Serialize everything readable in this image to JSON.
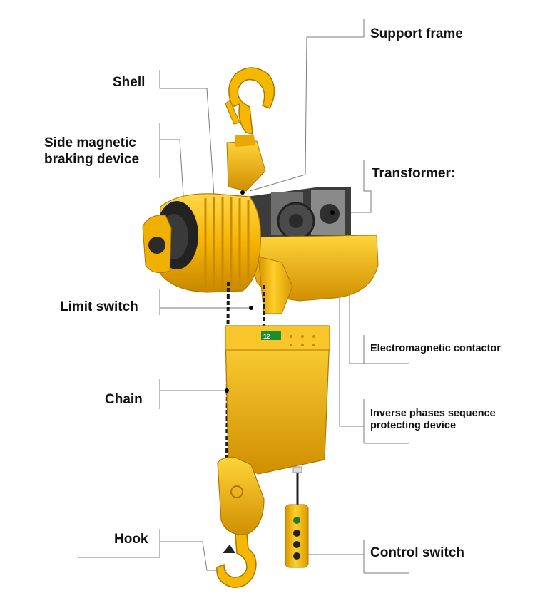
{
  "labels": {
    "shell": "Shell",
    "side_braking_line1": "Side magnetic",
    "side_braking_line2": "braking device",
    "limit_switch": "Limit switch",
    "chain": "Chain",
    "hook": "Hook",
    "support_frame": "Support frame",
    "transformer": "Transformer:",
    "electromagnetic_contactor": "Electromagnetic contactor",
    "inverse_line1": "Inverse phases sequence",
    "inverse_line2": "protecting device",
    "control_switch": "Control switch"
  },
  "device_tag": "12",
  "colors": {
    "body_yellow": "#f4b400",
    "body_yellow_light": "#ffd23a",
    "body_yellow_dark": "#c98a00",
    "motor_black": "#1c1c1c",
    "frame_grey": "#555555",
    "leader_line": "#777777",
    "label_text": "#111111"
  }
}
